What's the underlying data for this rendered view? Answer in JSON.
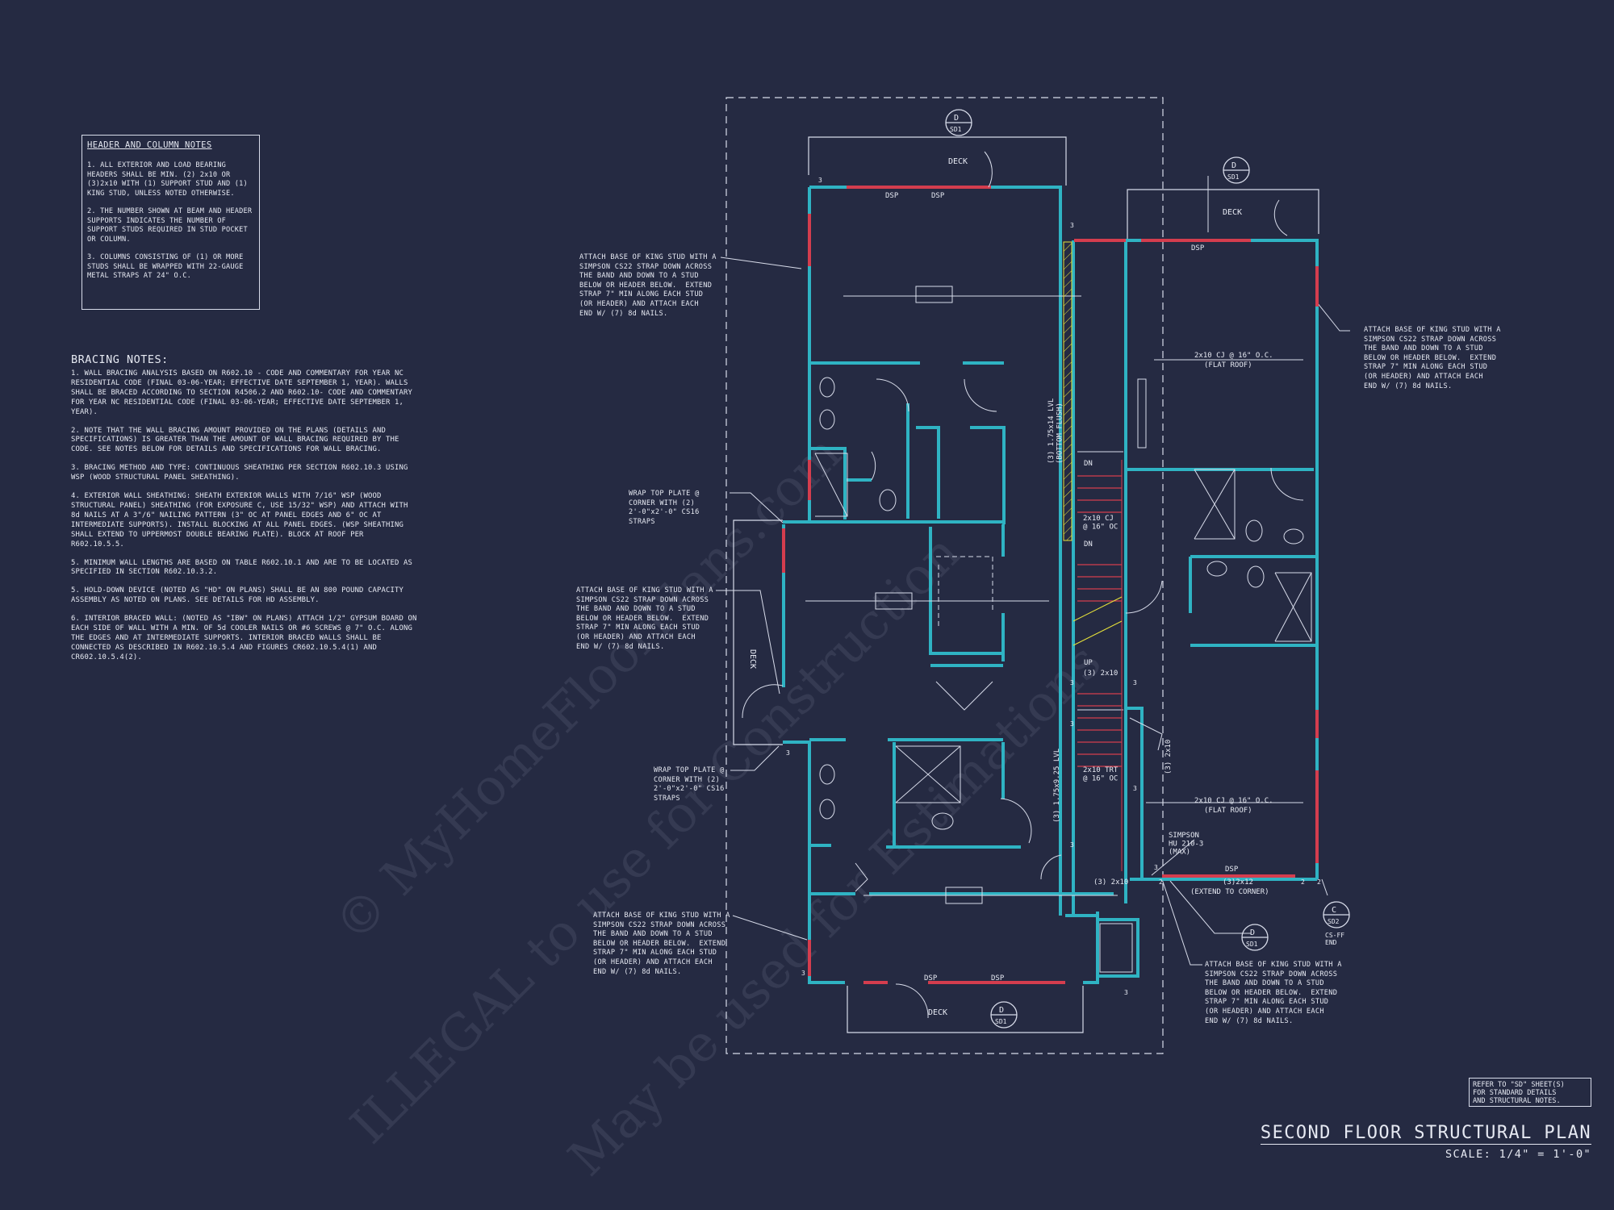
{
  "header_notes": {
    "title": "HEADER AND COLUMN NOTES",
    "items": [
      "1. ALL EXTERIOR AND LOAD BEARING HEADERS SHALL BE MIN. (2) 2x10 OR (3)2x10 WITH (1) SUPPORT STUD AND (1) KING STUD, UNLESS NOTED OTHERWISE.",
      "2. THE NUMBER SHOWN AT BEAM AND HEADER SUPPORTS INDICATES THE NUMBER OF SUPPORT STUDS REQUIRED IN STUD POCKET OR COLUMN.",
      "3. COLUMNS CONSISTING OF (1) OR MORE STUDS SHALL BE WRAPPED WITH 22-GAUGE METAL STRAPS AT 24\" O.C."
    ]
  },
  "bracing_notes": {
    "title": "BRACING NOTES:",
    "items": [
      "1. WALL BRACING ANALYSIS BASED ON R602.10 - CODE AND COMMENTARY FOR YEAR NC RESIDENTIAL CODE (FINAL 03-06-YEAR; EFFECTIVE DATE SEPTEMBER 1, YEAR). WALLS SHALL BE BRACED ACCORDING TO SECTION R4506.2 AND R602.10- CODE AND COMMENTARY FOR YEAR NC RESIDENTIAL CODE (FINAL 03-06-YEAR; EFFECTIVE DATE SEPTEMBER 1, YEAR).",
      "2. NOTE THAT THE WALL BRACING AMOUNT PROVIDED ON THE PLANS (DETAILS AND SPECIFICATIONS) IS GREATER THAN THE AMOUNT OF WALL BRACING REQUIRED BY THE CODE. SEE NOTES BELOW FOR DETAILS AND SPECIFICATIONS FOR WALL BRACING.",
      "3. BRACING METHOD AND TYPE: CONTINUOUS SHEATHING PER SECTION R602.10.3 USING WSP (WOOD STRUCTURAL PANEL SHEATHING).",
      "4. EXTERIOR WALL SHEATHING: SHEATH EXTERIOR WALLS WITH 7/16\" WSP (WOOD STRUCTURAL PANEL) SHEATHING (FOR EXPOSURE C, USE 15/32\" WSP) AND ATTACH WITH 8d NAILS AT A 3\"/6\" NAILING PATTERN (3\" OC AT PANEL EDGES AND 6\" OC AT INTERMEDIATE SUPPORTS). INSTALL BLOCKING AT ALL PANEL EDGES. (WSP SHEATHING SHALL EXTEND TO UPPERMOST DOUBLE BEARING PLATE). BLOCK AT ROOF PER R602.10.5.5.",
      "5. MINIMUM WALL LENGTHS ARE BASED ON TABLE R602.10.1 AND ARE TO BE LOCATED AS SPECIFIED IN SECTION R602.10.3.2.",
      "5. HOLD-DOWN DEVICE (NOTED AS \"HD\" ON PLANS) SHALL BE AN 800 POUND CAPACITY ASSEMBLY AS NOTED ON PLANS. SEE DETAILS FOR HD ASSEMBLY.",
      "6. INTERIOR BRACED WALL: (NOTED AS \"IBW\" ON PLANS) ATTACH 1/2\" GYPSUM BOARD ON EACH SIDE OF WALL WITH A MIN. OF 5d COOLER NAILS OR #6 SCREWS @ 7\" O.C. ALONG THE EDGES AND AT INTERMEDIATE SUPPORTS. INTERIOR BRACED WALLS SHALL BE CONNECTED AS DESCRIBED IN R602.10.5.4 AND FIGURES CR602.10.5.4(1) AND CR602.10.5.4(2)."
    ]
  },
  "callouts": {
    "king_stud_strap": "ATTACH BASE OF KING STUD WITH A\nSIMPSON CS22 STRAP DOWN ACROSS\nTHE BAND AND DOWN TO A STUD\nBELOW OR HEADER BELOW.  EXTEND\nSTRAP 7\" MIN ALONG EACH STUD\n(OR HEADER) AND ATTACH EACH\nEND W/ (7) 8d NAILS.",
    "wrap_top_plate": "WRAP TOP PLATE @\nCORNER WITH (2)\n2'-0\"x2'-0\" CS16\nSTRAPS"
  },
  "plan_labels": {
    "deck": "DECK",
    "dsp": "DSP",
    "dn": "DN",
    "up": "UP",
    "detail_letter": "D",
    "detail_sheet": "SD1",
    "detail_letter_c": "C",
    "detail_sheet_c": "SD2",
    "cs_ff_end": "CS-FF\nEND",
    "joists_upper": "2x10 CJ @ 16\" O.C.",
    "joists_lower": "2x10 CJ @ 16\" O.C.",
    "flat_roof": "(FLAT ROOF)",
    "lvl_upper": "(3) 1.75x14 LVL\n(BOTTOM FLUSH)",
    "lvl_lower": "(3) 1.75x9.25 LVL",
    "cj_stair": "2x10 CJ\n@ 16\" OC",
    "trt_stair": "2x10 TRT\n@ 16\" OC",
    "header_3_2x10_a": "(3) 2x10",
    "header_3_2x10_b": "(3) 2x10",
    "header_3_2x10_c": "(3) 2x10",
    "simpson_hu": "SIMPSON\nHU 210-3\n(MAX)",
    "beam_3_2x12": "(3)2x12",
    "extend_corner": "(EXTEND TO CORNER)",
    "num_3": "3",
    "num_2": "2"
  },
  "refer_note": "REFER TO \"SD\" SHEET(S)\nFOR STANDARD DETAILS\nAND STRUCTURAL NOTES.",
  "title": {
    "name": "SECOND FLOOR STRUCTURAL PLAN",
    "scale": "SCALE: 1/4\" = 1'-0\""
  },
  "watermark": {
    "line1": "© MyHomeFloorPlans.com",
    "line2": "ILLEGAL to use for Construction",
    "line3": "May be used for Estimations"
  },
  "colors": {
    "background": "#252a42",
    "wall": "#2fb3c3",
    "header": "#d43d4e",
    "linework": "#e6e9f2",
    "hatch": "#e8e33a"
  }
}
